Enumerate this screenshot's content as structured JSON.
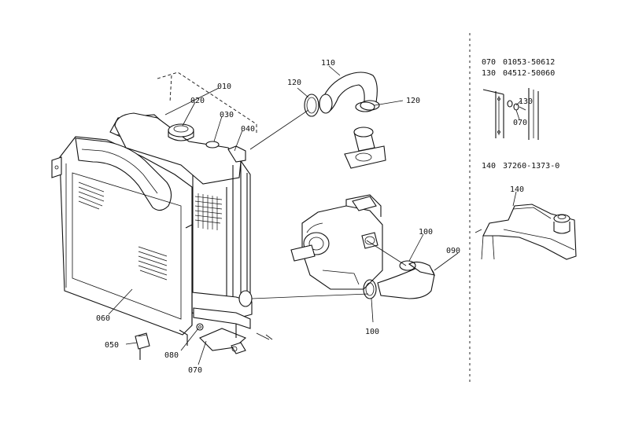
{
  "diagram": {
    "callouts": {
      "c010": "010",
      "c020": "020",
      "c030": "030",
      "c040": "040",
      "c050": "050",
      "c060": "060",
      "c070": "070",
      "c080": "080",
      "c090": "090",
      "c100a": "100",
      "c100b": "100",
      "c110": "110",
      "c120a": "120",
      "c120b": "120"
    },
    "parts_table": [
      {
        "ref": "070",
        "part_no": "01053-50612"
      },
      {
        "ref": "130",
        "part_no": "04512-50060"
      },
      {
        "ref": "140",
        "part_no": "37260-1373-0"
      }
    ],
    "inset_detail_1": {
      "label_130": "130",
      "label_070": "070"
    },
    "inset_detail_2": {
      "label_140": "140"
    }
  }
}
